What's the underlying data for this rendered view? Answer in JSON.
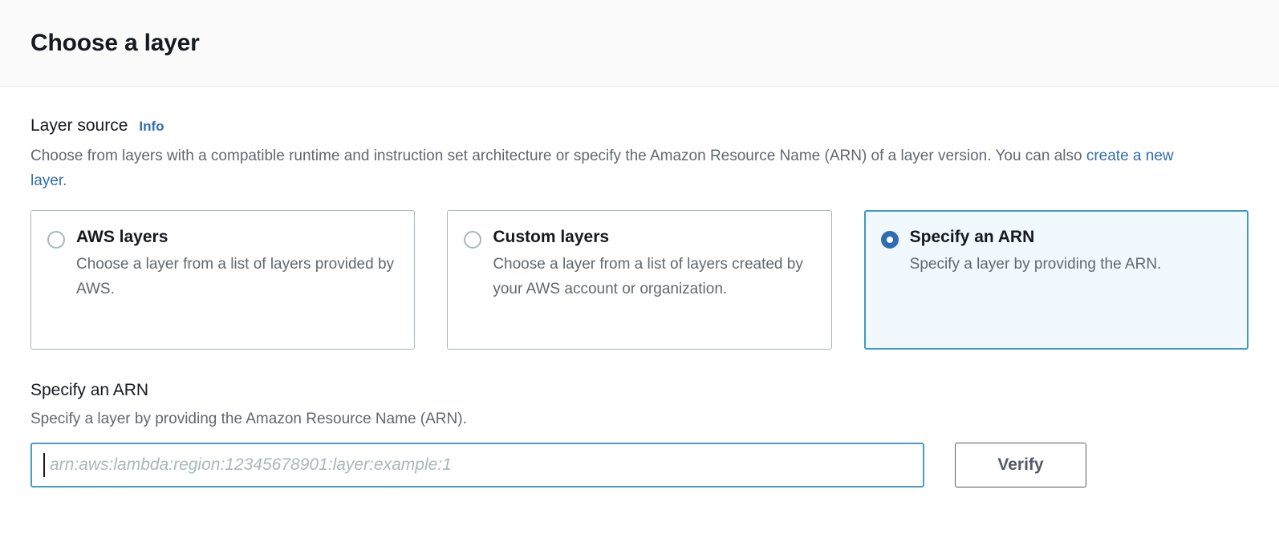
{
  "header": {
    "title": "Choose a layer"
  },
  "layer_source": {
    "label": "Layer source",
    "info_label": "Info",
    "description_part1": "Choose from layers with a compatible runtime and instruction set architecture or specify the Amazon Resource Name (ARN) of a layer version. You can also ",
    "description_link": "create a new layer",
    "description_part2": ".",
    "options": [
      {
        "title": "AWS layers",
        "description": "Choose a layer from a list of layers provided by AWS.",
        "selected": false
      },
      {
        "title": "Custom layers",
        "description": "Choose a layer from a list of layers created by your AWS account or organization.",
        "selected": false
      },
      {
        "title": "Specify an ARN",
        "description": "Specify a layer by providing the ARN.",
        "selected": true
      }
    ]
  },
  "arn_section": {
    "heading": "Specify an ARN",
    "description": "Specify a layer by providing the Amazon Resource Name (ARN).",
    "input_value": "",
    "input_placeholder": "arn:aws:lambda:region:12345678901:layer:example:1",
    "verify_label": "Verify"
  },
  "colors": {
    "link_blue": "#2f6db3",
    "selected_border": "#3d9ac4",
    "selected_bg": "#f1f8fe",
    "input_focus_border": "#4a9cc7",
    "header_bg": "#fafafa",
    "text_primary": "#16191f",
    "text_secondary": "#60686f",
    "border_gray": "#aab7b8",
    "button_border": "#545b64"
  }
}
